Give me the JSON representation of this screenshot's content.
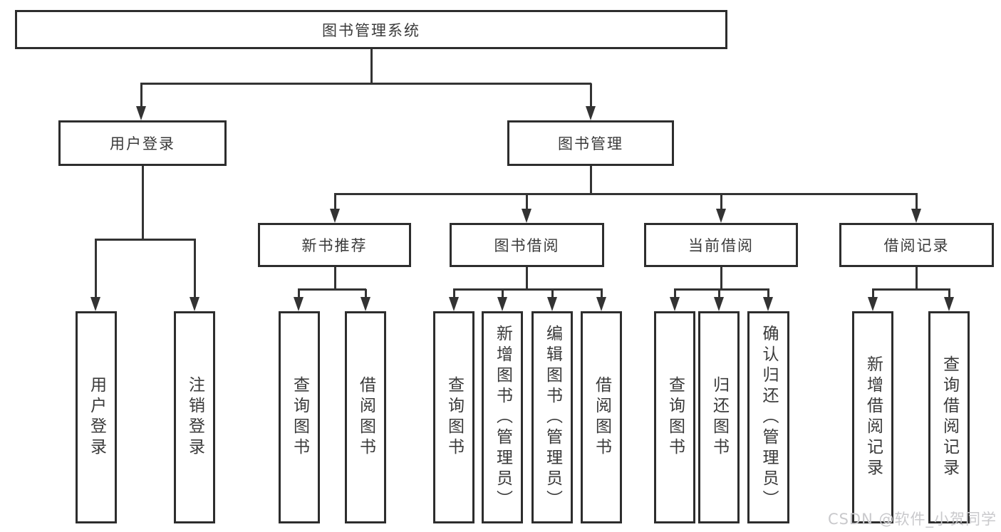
{
  "diagram": {
    "title": "图书管理系统",
    "watermark": "CSDN @软件_小贺同学",
    "colors": {
      "line": "#333333",
      "box_border": "#2d2d2d",
      "text": "#3a3a3a",
      "watermark": "#c9c9cc",
      "background": "#ffffff"
    },
    "nodes": {
      "root": {
        "label": "图书管理系统"
      },
      "user_login": {
        "label": "用户登录"
      },
      "book_mgmt": {
        "label": "图书管理"
      },
      "new_book_rec": {
        "label": "新书推荐"
      },
      "book_borrow": {
        "label": "图书借阅"
      },
      "current_borrow": {
        "label": "当前借阅"
      },
      "borrow_records": {
        "label": "借阅记录"
      },
      "leaf_user_login": {
        "label": "用户登录"
      },
      "leaf_logout": {
        "label": "注销登录"
      },
      "leaf_query_book_1": {
        "label": "查询图书"
      },
      "leaf_borrow_book_1": {
        "label": "借阅图书"
      },
      "leaf_query_book_2": {
        "label": "查询图书"
      },
      "leaf_add_book": {
        "label": "新增图书（管理员）"
      },
      "leaf_edit_book": {
        "label": "编辑图书（管理员）"
      },
      "leaf_borrow_book_2": {
        "label": "借阅图书"
      },
      "leaf_query_book_3": {
        "label": "查询图书"
      },
      "leaf_return_book": {
        "label": "归还图书"
      },
      "leaf_confirm_return": {
        "label": "确认归还（管理员）"
      },
      "leaf_add_record": {
        "label": "新增借阅记录"
      },
      "leaf_query_record": {
        "label": "查询借阅记录"
      }
    },
    "edges": [
      {
        "from": "root",
        "to": "user_login"
      },
      {
        "from": "root",
        "to": "book_mgmt"
      },
      {
        "from": "user_login",
        "to": "leaf_user_login"
      },
      {
        "from": "user_login",
        "to": "leaf_logout"
      },
      {
        "from": "book_mgmt",
        "to": "new_book_rec"
      },
      {
        "from": "book_mgmt",
        "to": "book_borrow"
      },
      {
        "from": "book_mgmt",
        "to": "current_borrow"
      },
      {
        "from": "book_mgmt",
        "to": "borrow_records"
      },
      {
        "from": "new_book_rec",
        "to": "leaf_query_book_1"
      },
      {
        "from": "new_book_rec",
        "to": "leaf_borrow_book_1"
      },
      {
        "from": "book_borrow",
        "to": "leaf_query_book_2"
      },
      {
        "from": "book_borrow",
        "to": "leaf_add_book"
      },
      {
        "from": "book_borrow",
        "to": "leaf_edit_book"
      },
      {
        "from": "book_borrow",
        "to": "leaf_borrow_book_2"
      },
      {
        "from": "current_borrow",
        "to": "leaf_query_book_3"
      },
      {
        "from": "current_borrow",
        "to": "leaf_return_book"
      },
      {
        "from": "current_borrow",
        "to": "leaf_confirm_return"
      },
      {
        "from": "borrow_records",
        "to": "leaf_add_record"
      },
      {
        "from": "borrow_records",
        "to": "leaf_query_record"
      }
    ]
  }
}
